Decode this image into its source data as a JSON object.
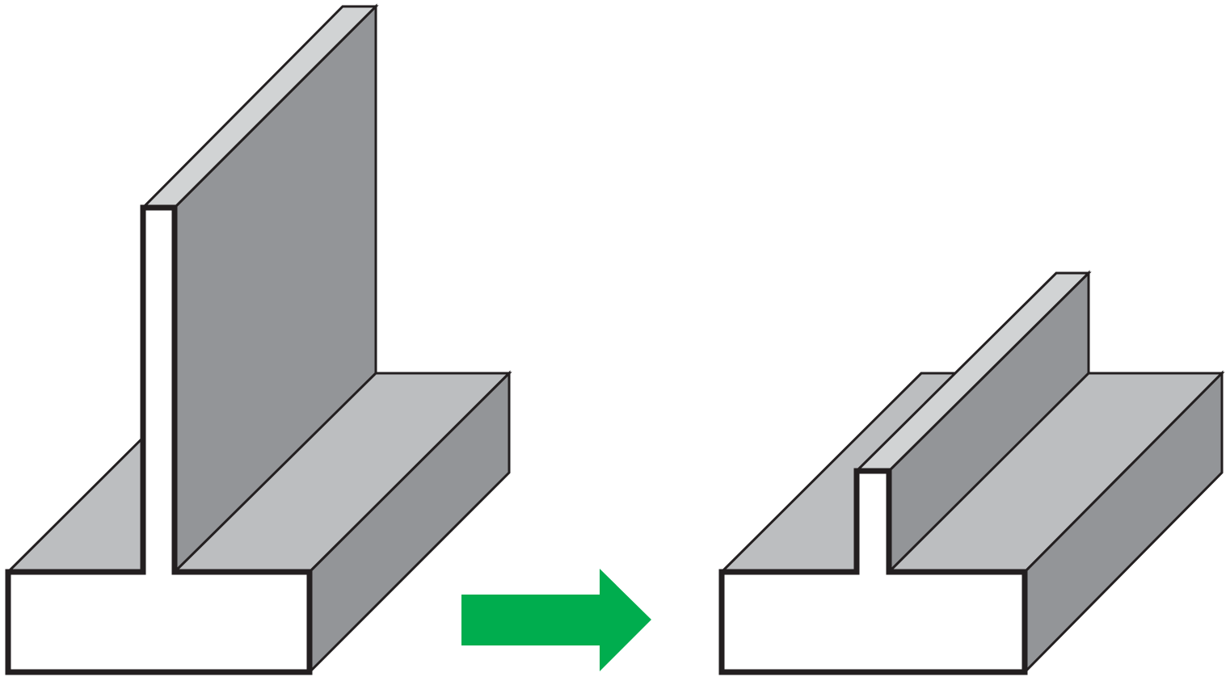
{
  "colors": {
    "top_face": "#bcbec0",
    "stem_top_face": "#d1d3d4",
    "side_face": "#939598",
    "front_face": "#ffffff",
    "outline": "#231f20",
    "arrow": "#00ad4e"
  },
  "shapes": {
    "before": "tall-t-profile-block",
    "arrow": "right-arrow",
    "after": "short-t-profile-block"
  }
}
